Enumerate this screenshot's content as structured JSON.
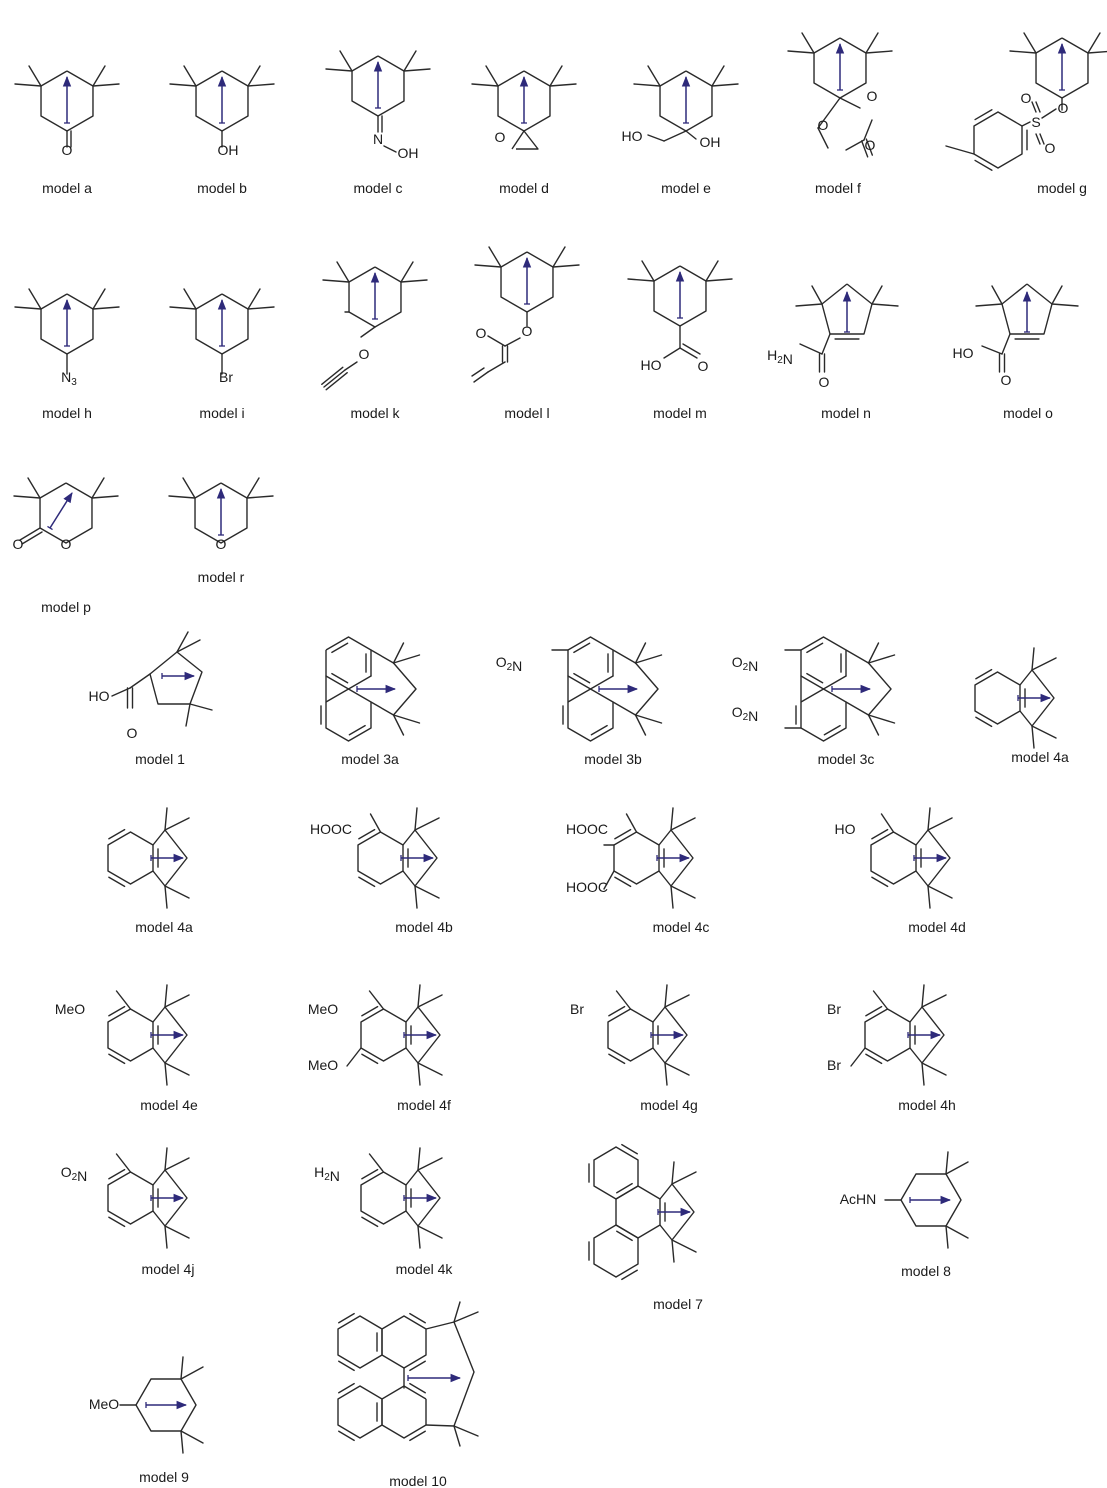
{
  "colors": {
    "bond": "#2a2a2a",
    "arrow": "#2e2a7a",
    "text": "#1a1a1a",
    "background": "#ffffff"
  },
  "molecules": [
    {
      "caption": "model a",
      "atoms": [
        "O"
      ]
    },
    {
      "caption": "model b",
      "atoms": [
        "OH"
      ]
    },
    {
      "caption": "model c",
      "atoms": [
        "N",
        "OH"
      ]
    },
    {
      "caption": "model d",
      "atoms": [
        "O"
      ]
    },
    {
      "caption": "model e",
      "atoms": [
        "HO",
        "OH"
      ]
    },
    {
      "caption": "model f",
      "atoms": [
        "O",
        "O",
        "O"
      ]
    },
    {
      "caption": "model g",
      "atoms": [
        "O",
        "S",
        "O",
        "O"
      ]
    },
    {
      "caption": "model h",
      "atoms": [
        "N3"
      ]
    },
    {
      "caption": "model i",
      "atoms": [
        "Br"
      ]
    },
    {
      "caption": "model k",
      "atoms": [
        "O"
      ]
    },
    {
      "caption": "model l",
      "atoms": [
        "O",
        "O"
      ]
    },
    {
      "caption": "model m",
      "atoms": [
        "HO",
        "O"
      ]
    },
    {
      "caption": "model n",
      "atoms": [
        "H2N",
        "O"
      ]
    },
    {
      "caption": "model o",
      "atoms": [
        "HO",
        "O"
      ]
    },
    {
      "caption": "model p",
      "atoms": [
        "O",
        "O"
      ]
    },
    {
      "caption": "model r",
      "atoms": [
        "O"
      ]
    },
    {
      "caption": "model 1",
      "atoms": [
        "HO",
        "O"
      ]
    },
    {
      "caption": "model 3a",
      "atoms": []
    },
    {
      "caption": "model 3b",
      "atoms": [
        "O2N"
      ]
    },
    {
      "caption": "model 3c",
      "atoms": [
        "O2N",
        "O2N"
      ]
    },
    {
      "caption": "model 4a",
      "atoms": []
    },
    {
      "caption": "model 4a",
      "atoms": []
    },
    {
      "caption": "model 4b",
      "atoms": [
        "HOOC"
      ]
    },
    {
      "caption": "model 4c",
      "atoms": [
        "HOOC",
        "HOOC"
      ]
    },
    {
      "caption": "model 4d",
      "atoms": [
        "HO"
      ]
    },
    {
      "caption": "model 4e",
      "atoms": [
        "MeO"
      ]
    },
    {
      "caption": "model 4f",
      "atoms": [
        "MeO",
        "MeO"
      ]
    },
    {
      "caption": "model 4g",
      "atoms": [
        "Br"
      ]
    },
    {
      "caption": "model 4h",
      "atoms": [
        "Br",
        "Br"
      ]
    },
    {
      "caption": "model 4j",
      "atoms": [
        "O2N"
      ]
    },
    {
      "caption": "model 4k",
      "atoms": [
        "H2N"
      ]
    },
    {
      "caption": "model 7",
      "atoms": []
    },
    {
      "caption": "model 8",
      "atoms": [
        "AcHN"
      ]
    },
    {
      "caption": "model 9",
      "atoms": [
        "MeO"
      ]
    },
    {
      "caption": "model 10",
      "atoms": []
    }
  ]
}
